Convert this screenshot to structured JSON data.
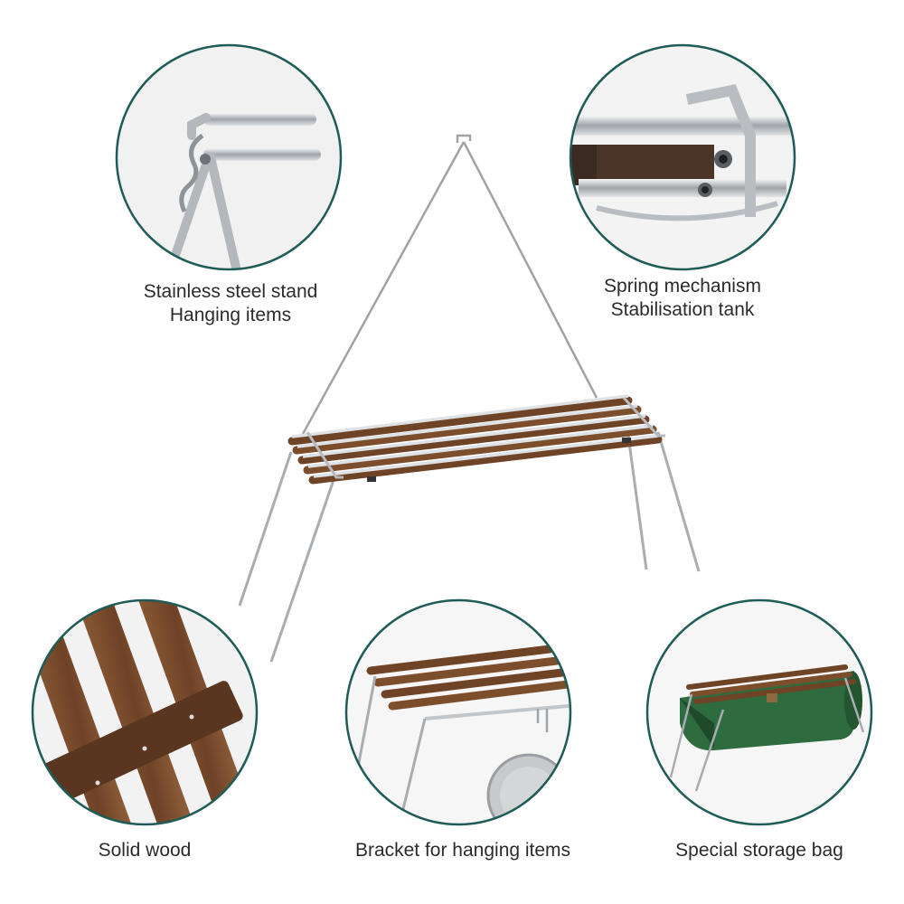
{
  "features": [
    {
      "id": "stainless",
      "lines": [
        "Stainless steel stand",
        "Hanging items"
      ],
      "icon": "hook-joint-closeup"
    },
    {
      "id": "spring",
      "lines": [
        "Spring mechanism",
        "Stabilisation tank"
      ],
      "icon": "tube-spring-closeup"
    },
    {
      "id": "wood",
      "lines": [
        "Solid wood"
      ],
      "icon": "wood-slats-closeup"
    },
    {
      "id": "bracket",
      "lines": [
        "Bracket for hanging items"
      ],
      "icon": "rack-with-pot"
    },
    {
      "id": "bag",
      "lines": [
        "Special storage bag"
      ],
      "icon": "rack-with-green-bag"
    }
  ],
  "colors": {
    "circle_border": "#1f5b57",
    "wood": "#7a4d2e",
    "steel": "#c9ccd0",
    "bag_green": "#2e6b3e"
  }
}
